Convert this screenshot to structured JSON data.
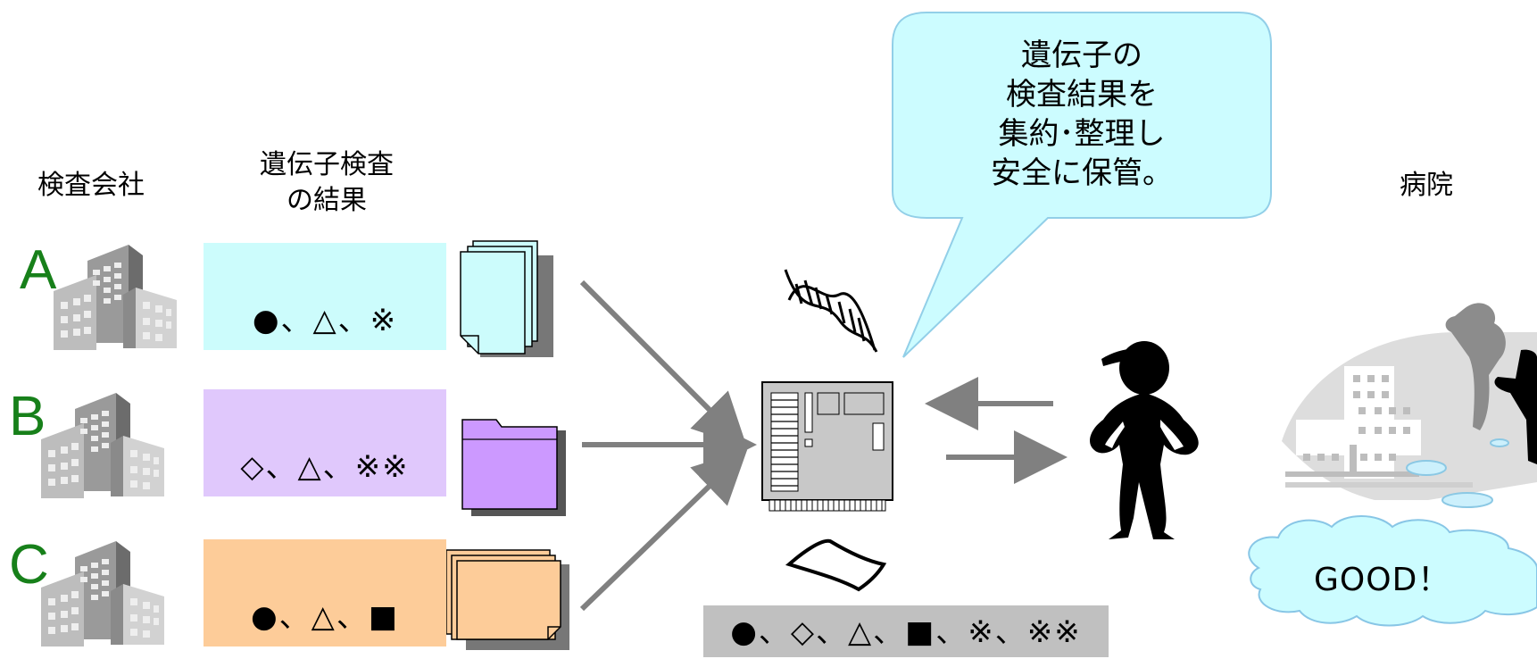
{
  "headers": {
    "companies": "検査会社",
    "results_line1": "遺伝子検査",
    "results_line2": "の結果",
    "hospital": "病院"
  },
  "companies": [
    {
      "letter": "A",
      "results": "●、△、※",
      "box_color": "#ccfcfc",
      "icon": "stacked-pages-icon"
    },
    {
      "letter": "B",
      "results": "◇、△、※※",
      "box_color": "#e0c8fc",
      "icon": "folder-icon"
    },
    {
      "letter": "C",
      "results": "●、△、■",
      "box_color": "#fdcc99",
      "icon": "stacked-cards-icon"
    }
  ],
  "bubble": {
    "lines": [
      "遺伝子の",
      "検査結果を",
      "集約･整理し",
      "安全に保管。"
    ],
    "fill": "#ccfcff"
  },
  "aggregate": "●、◇、△、■、※、※※",
  "hospital_cloud": "GOOD！",
  "colors": {
    "letter": "#17801a",
    "arrow": "#808080",
    "aggregate_bar": "#c0c0c0",
    "folder": "#cc99ff"
  }
}
